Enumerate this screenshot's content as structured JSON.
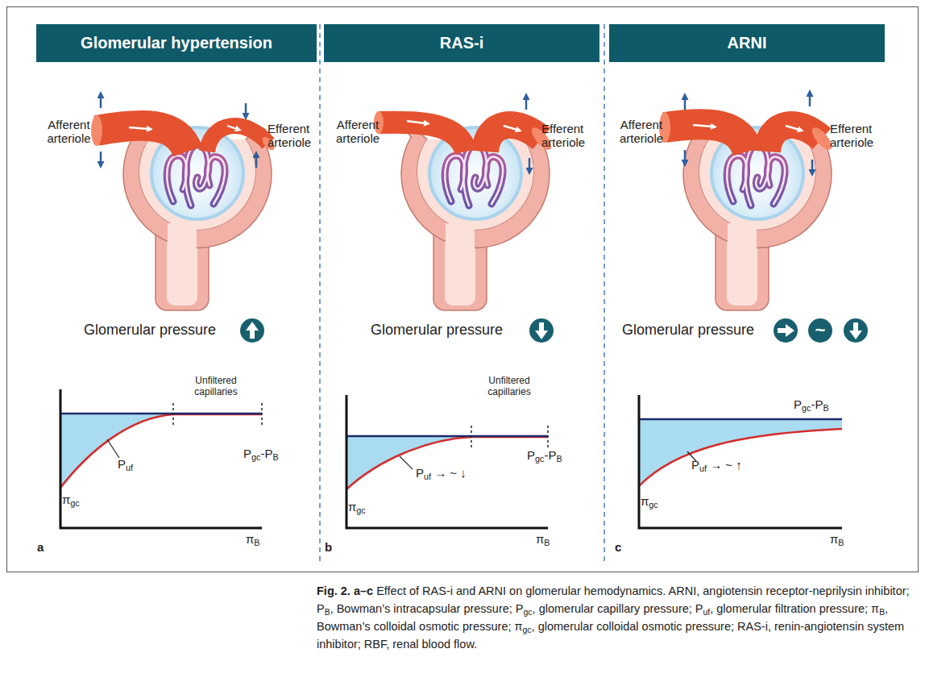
{
  "diagram": {
    "caption": "Fig. 2. a–c Effect of RAS-i and ARNI on glomerular hemodynamics. ARNI, angiotensin receptor-neprilysin inhibitor; PB, Bowman’s intracapsular pressure; Pgc, glomerular capillary pressure; Puf, glomerular filtration pressure; πB, Bowman’s colloidal osmotic pressure; πgc, glomerular colloidal osmotic pressure; RAS-i, renin-angiotensin system inhibitor; RBF, renal blood flow.",
    "nodes": [
      {
        "text": [
          "Glomerular hypertension"
        ]
      },
      {
        "text": [
          "RAS-i"
        ]
      },
      {
        "text": [
          "ARNI"
        ]
      },
      {
        "text": [
          "~"
        ]
      }
    ],
    "labels": [
      "Afferent arteriole",
      "Efferent arteriole",
      "Glomerular pressure",
      "Unfiltered capillaries",
      "Pgc-PB",
      "Puf",
      "πgc",
      "πB",
      "a",
      "Afferent arteriole",
      "Efferent arteriole",
      "Glomerular pressure",
      "Unfiltered capillaries",
      "Puf → ~ ↓",
      "Pgc-PB",
      "πgc",
      "πB",
      "b",
      "Afferent arteriole",
      "Efferent arteriole",
      "Glomerular pressure",
      "Pgc-PB",
      "Puf → ~ ↑",
      "πgc",
      "πB",
      "c"
    ]
  }
}
